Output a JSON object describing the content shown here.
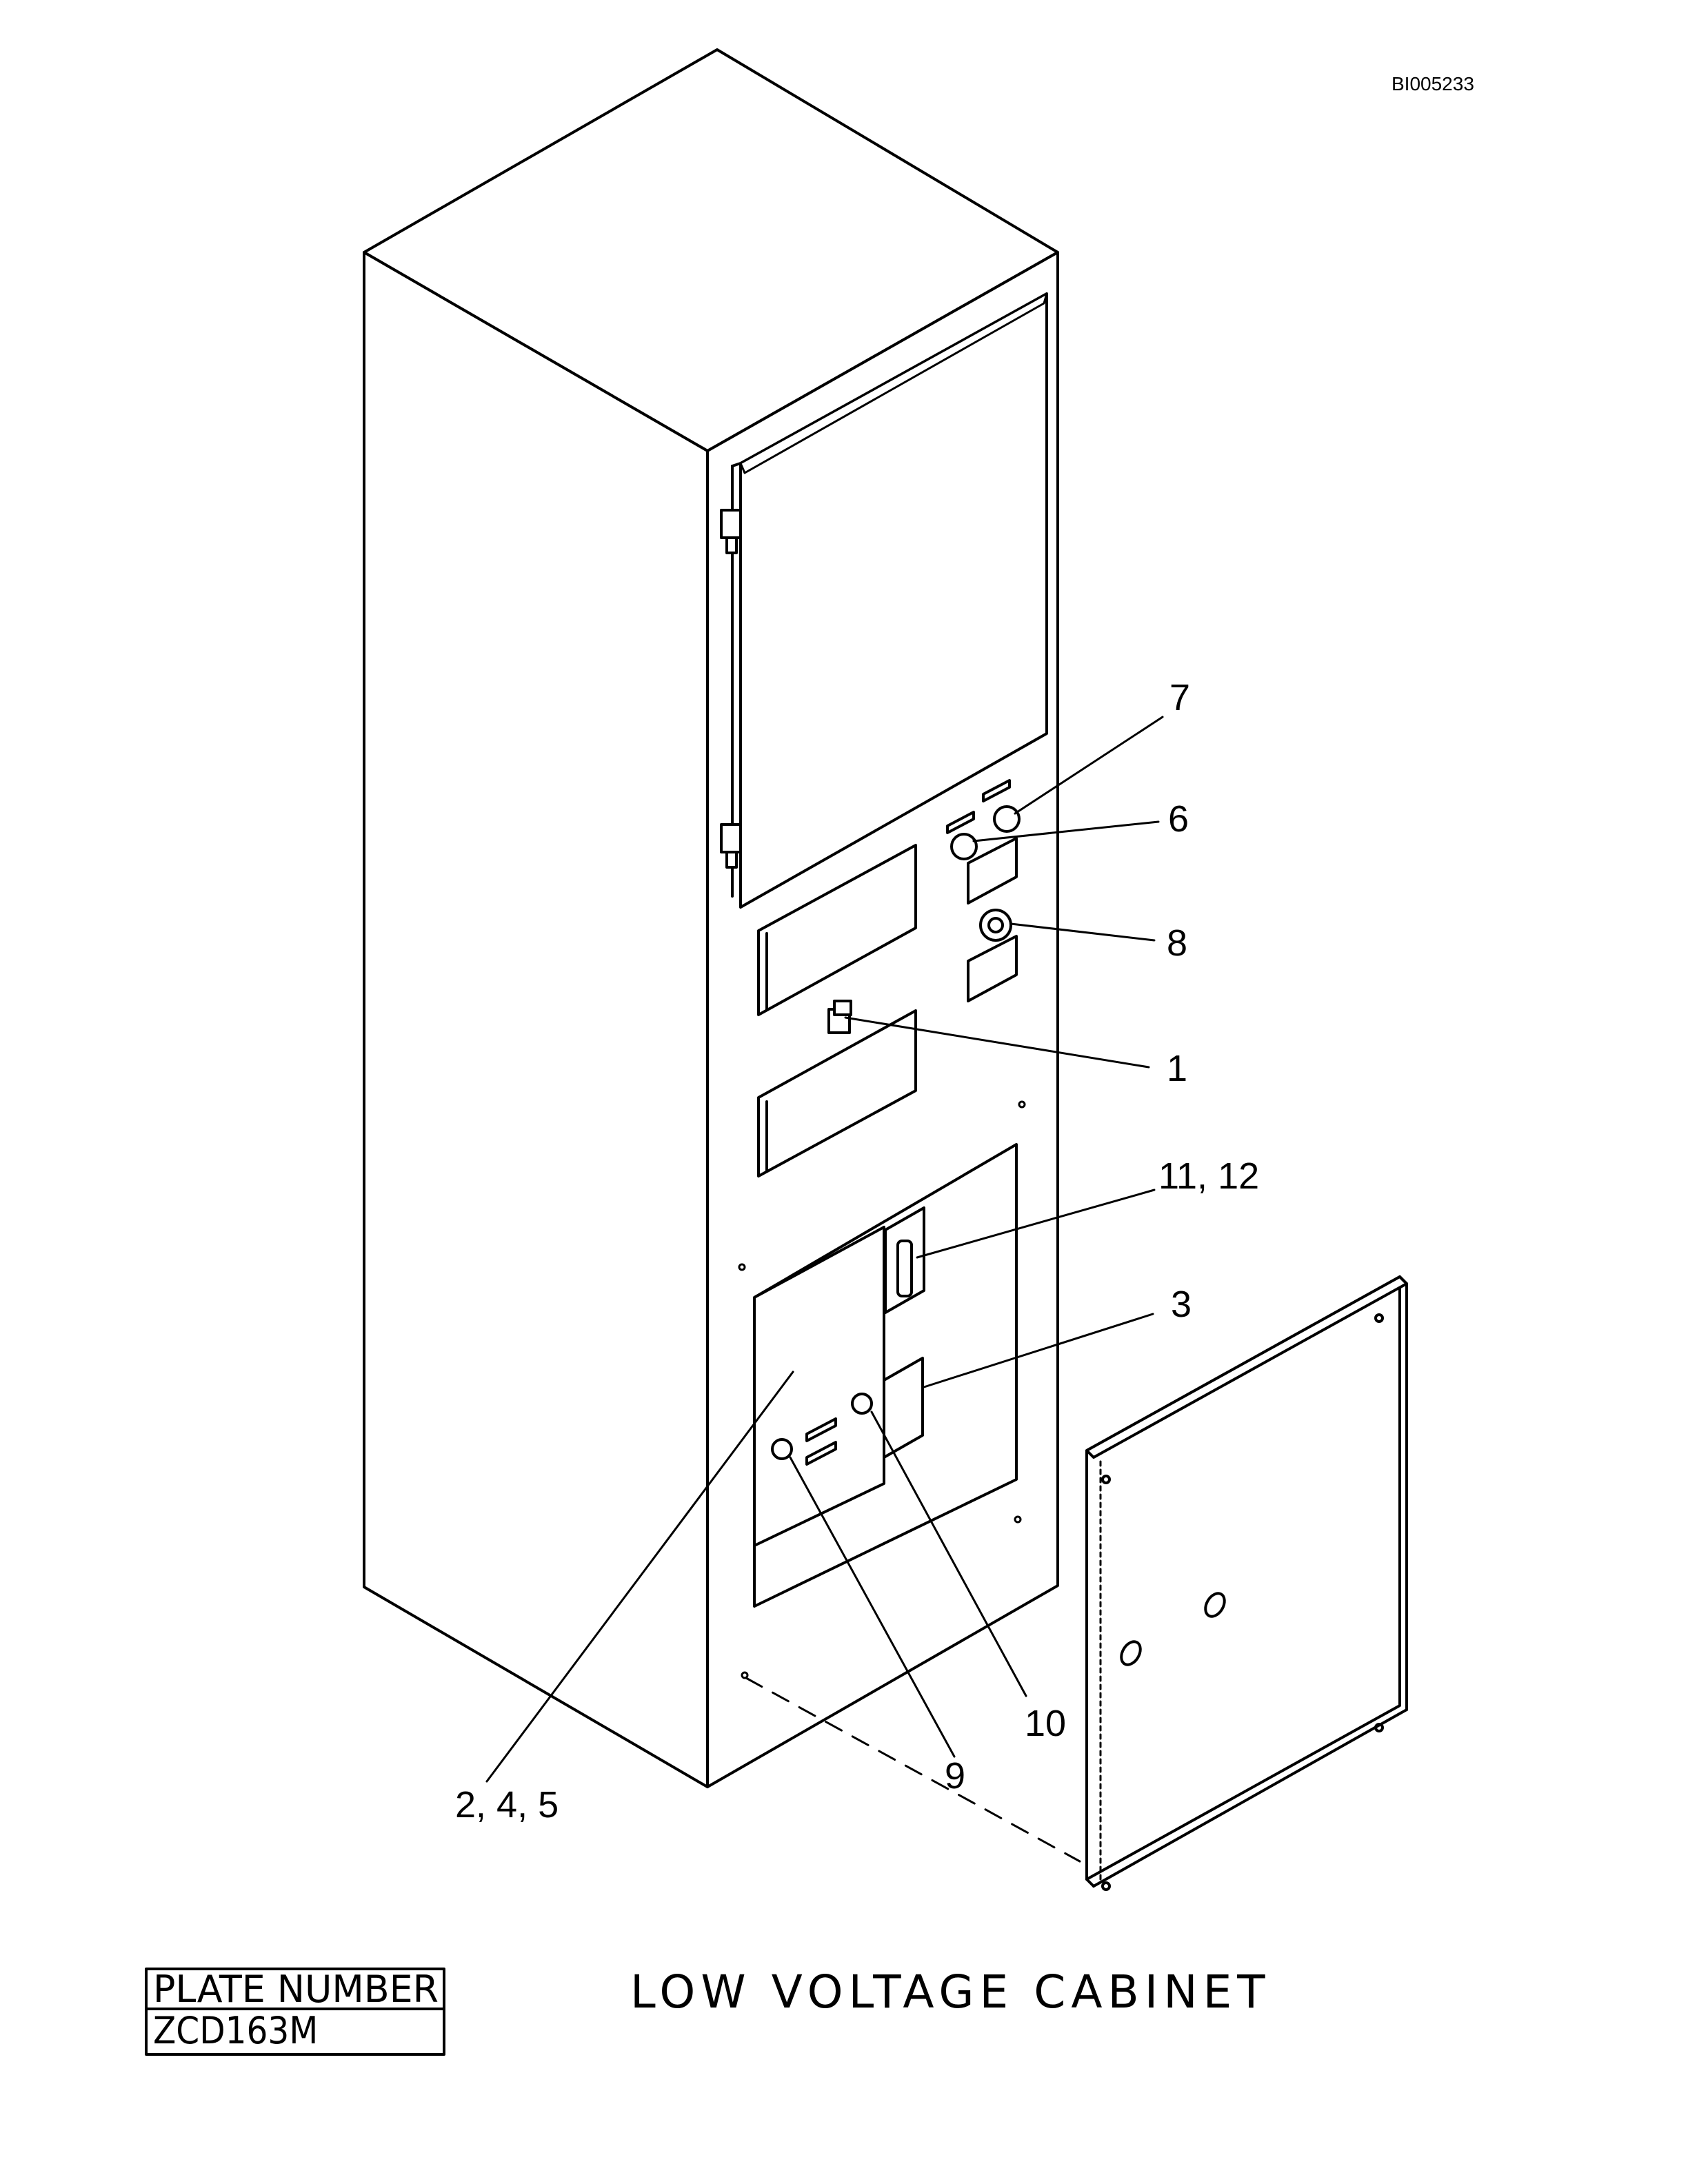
{
  "document": {
    "id": "BI005233",
    "title": "LOW VOLTAGE CABINET"
  },
  "plate": {
    "label": "PLATE NUMBER",
    "number": "ZCD163M"
  },
  "callouts": [
    {
      "key": "7",
      "text": "7"
    },
    {
      "key": "6",
      "text": "6"
    },
    {
      "key": "8",
      "text": "8"
    },
    {
      "key": "1",
      "text": "1"
    },
    {
      "key": "11-12",
      "text": "11, 12"
    },
    {
      "key": "3",
      "text": "3"
    },
    {
      "key": "10",
      "text": "10"
    },
    {
      "key": "9",
      "text": "9"
    },
    {
      "key": "2-4-5",
      "text": "2, 4, 5"
    }
  ]
}
